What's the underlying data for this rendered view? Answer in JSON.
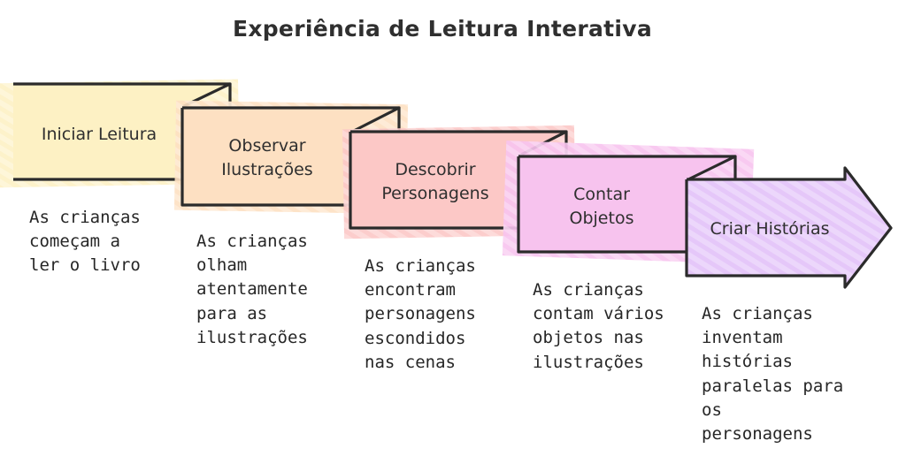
{
  "title": "Experiência de Leitura Interativa",
  "colors": {
    "outline": "#2b2b2b",
    "step1": "#fdf1c4",
    "step2": "#fde0c2",
    "step3": "#fcc8c6",
    "step4": "#f7c3ee",
    "step5": "#e5c7f9"
  },
  "steps": [
    {
      "label": "Iniciar Leitura",
      "description": "As crianças\ncomeçam a\nler o livro"
    },
    {
      "label": "Observar\nIlustrações",
      "description": "As crianças\nolham\natentamente\npara as\nilustrações"
    },
    {
      "label": "Descobrir\nPersonagens",
      "description": "As crianças\nencontram\npersonagens\nescondidos\nnas cenas"
    },
    {
      "label": "Contar\nObjetos",
      "description": "As crianças\ncontam vários\nobjetos nas\nilustrações"
    },
    {
      "label": "Criar Histórias",
      "description": "As crianças\ninventam\nhistórias\nparalelas para\nos\npersonagens"
    }
  ]
}
